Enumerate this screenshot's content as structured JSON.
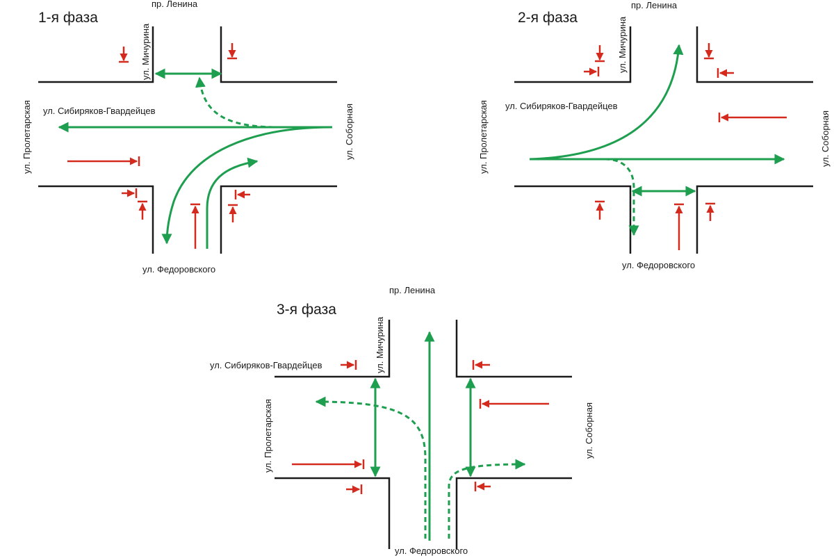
{
  "phases": [
    {
      "title": "1-я фаза",
      "streets": {
        "north": "пр. Ленина",
        "north_side": "ул. Мичурина",
        "west": "ул. Пролетарская",
        "west_road": "ул. Сибиряков-Гвардейцев",
        "east": "ул. Соборная",
        "south": "ул. Федоровского"
      }
    },
    {
      "title": "2-я фаза",
      "streets": {
        "north": "пр. Ленина",
        "north_side": "ул. Мичурина",
        "west": "ул. Пролетарская",
        "west_road": "ул. Сибиряков-Гвардейцев",
        "east": "ул. Соборная",
        "south": "ул. Федоровского"
      }
    },
    {
      "title": "3-я фаза",
      "streets": {
        "north": "пр. Ленина",
        "north_side": "ул. Мичурина",
        "west": "ул. Пролетарская",
        "west_road": "ул. Сибиряков-Гвардейцев",
        "east": "ул. Соборная",
        "south": "ул. Федоровского"
      }
    }
  ],
  "colors": {
    "allowed_movement": "#1e9e4f",
    "stopped_movement": "#d42a1e",
    "road_edge": "#1a1a1a"
  }
}
